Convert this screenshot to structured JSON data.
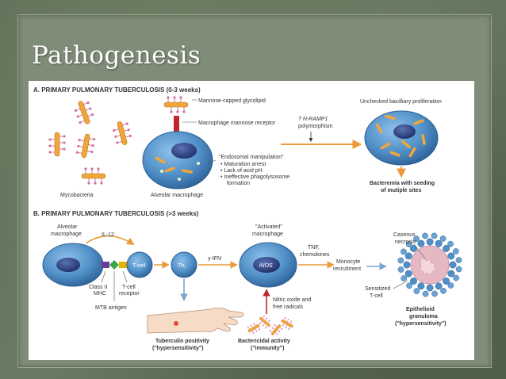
{
  "slide": {
    "title": "Pathogenesis"
  },
  "panel_a": {
    "heading": "A. PRIMARY PULMONARY TUBERCULOSIS (0-3 weeks)",
    "mycobacteria_label": "Mycobacteria",
    "alveolar_macrophage_label": "Alveolar macrophage",
    "mannose_glycolipid_label": "Mannose-capped glycolipid",
    "mannose_receptor_label": "Macrophage mannose receptor",
    "endosomal_title": "\"Endosomal manipulation\"",
    "endosomal_items": [
      "• Maturation arrest",
      "• Lack of acid pH",
      "• Ineffective phagolysosome",
      "formation"
    ],
    "nramp_label_1": "? N-RAMP1",
    "nramp_label_2": "polymorphism",
    "unchecked_label": "Unchecked bacilliary proliferation",
    "bacteremia_label_1": "Bacteremia with seeding",
    "bacteremia_label_2": "of mutiple sites"
  },
  "panel_b": {
    "heading": "B. PRIMARY PULMONARY TUBERCULOSIS (>3 weeks)",
    "alveolar_label_1": "Alveolar",
    "alveolar_label_2": "macrophage",
    "il12_label": "IL-12",
    "tcell_label": "T-cell",
    "th1_label": "Th₁",
    "ifn_label": "γ-IFN",
    "activated_label_1": "\"Activated\"",
    "activated_label_2": "macrophage",
    "inos_label": "iNOS",
    "tnf_label_1": "TNF,",
    "tnf_label_2": "chemokines",
    "monocyte_label_1": "Monocyte",
    "monocyte_label_2": "recruitment",
    "caseous_label_1": "Caseous",
    "caseous_label_2": "necrosis",
    "sensitized_label_1": "Sensitized",
    "sensitized_label_2": "T-cell",
    "class2_label_1": "Class II",
    "class2_label_2": "MHC",
    "tcr_label_1": "T-cell",
    "tcr_label_2": "receptor",
    "mtb_antigen_label": "MTB antigen",
    "nitric_label_1": "Nitric oxide and",
    "nitric_label_2": "free radicals",
    "tuberculin_label_1": "Tuberculin positivity",
    "tuberculin_label_2": "(\"hypersensitivity\")",
    "bactericidal_label_1": "Bactericidal activity",
    "bactericidal_label_2": "(\"immunity\")",
    "granuloma_label_1": "Epithelioid",
    "granuloma_label_2": "granuloma",
    "granuloma_label_3": "(\"hypersensitivity\")"
  },
  "colors": {
    "cell_fill": "#4f8fc7",
    "cell_dark": "#2c5f95",
    "nucleus": "#2a3f7a",
    "bacillus": "#f0a63a",
    "receptor": "#c0262d",
    "arrow": "#ec9a3c",
    "arrow_blue": "#7aa6cf",
    "caseous": "#e6b8c4"
  }
}
